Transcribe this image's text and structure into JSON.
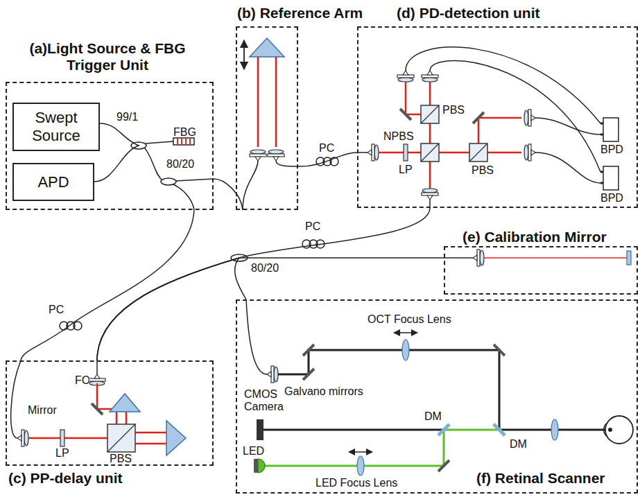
{
  "diagram": {
    "nodes": [
      {
        "text": [
          "(a)Light Source & FBG Trigger Unit"
        ]
      },
      {
        "text": [
          "Swept Source"
        ],
        "in": 0
      },
      {
        "text": [
          "APD"
        ],
        "in": 0
      },
      {
        "text": [
          "(b) Reference Arm"
        ]
      },
      {
        "text": [
          "(d) PD-detection unit"
        ]
      },
      {
        "text": [
          "(e) Calibration Mirror"
        ]
      },
      {
        "text": [
          "(c) PP-delay unit"
        ]
      },
      {
        "text": [
          "(f) Retinal Scanner"
        ]
      }
    ],
    "edges": [
      {
        "from": 1,
        "to": 2,
        "arrow": "none"
      },
      {
        "from": 0,
        "to": 3,
        "arrow": "none"
      },
      {
        "from": 3,
        "to": 4,
        "arrow": "none"
      },
      {
        "from": 0,
        "to": 6,
        "arrow": "none"
      },
      {
        "from": 6,
        "to": 4,
        "arrow": "none"
      },
      {
        "from": 6,
        "to": 5,
        "arrow": "none"
      },
      {
        "from": 6,
        "to": 7,
        "arrow": "none"
      }
    ],
    "labels": [
      "99/1",
      "FBG",
      "80/20",
      "PC",
      "PBS",
      "NPBS",
      "LP",
      "PBS",
      "BPD",
      "BPD",
      "PC",
      "80/20",
      "PC",
      "FC",
      "Mirror",
      "LP",
      "PBS",
      "OCT Focus Lens",
      "Galvano mirrors",
      "CMOS Camera",
      "DM",
      "DM",
      "LED",
      "LED Focus Lens"
    ]
  }
}
